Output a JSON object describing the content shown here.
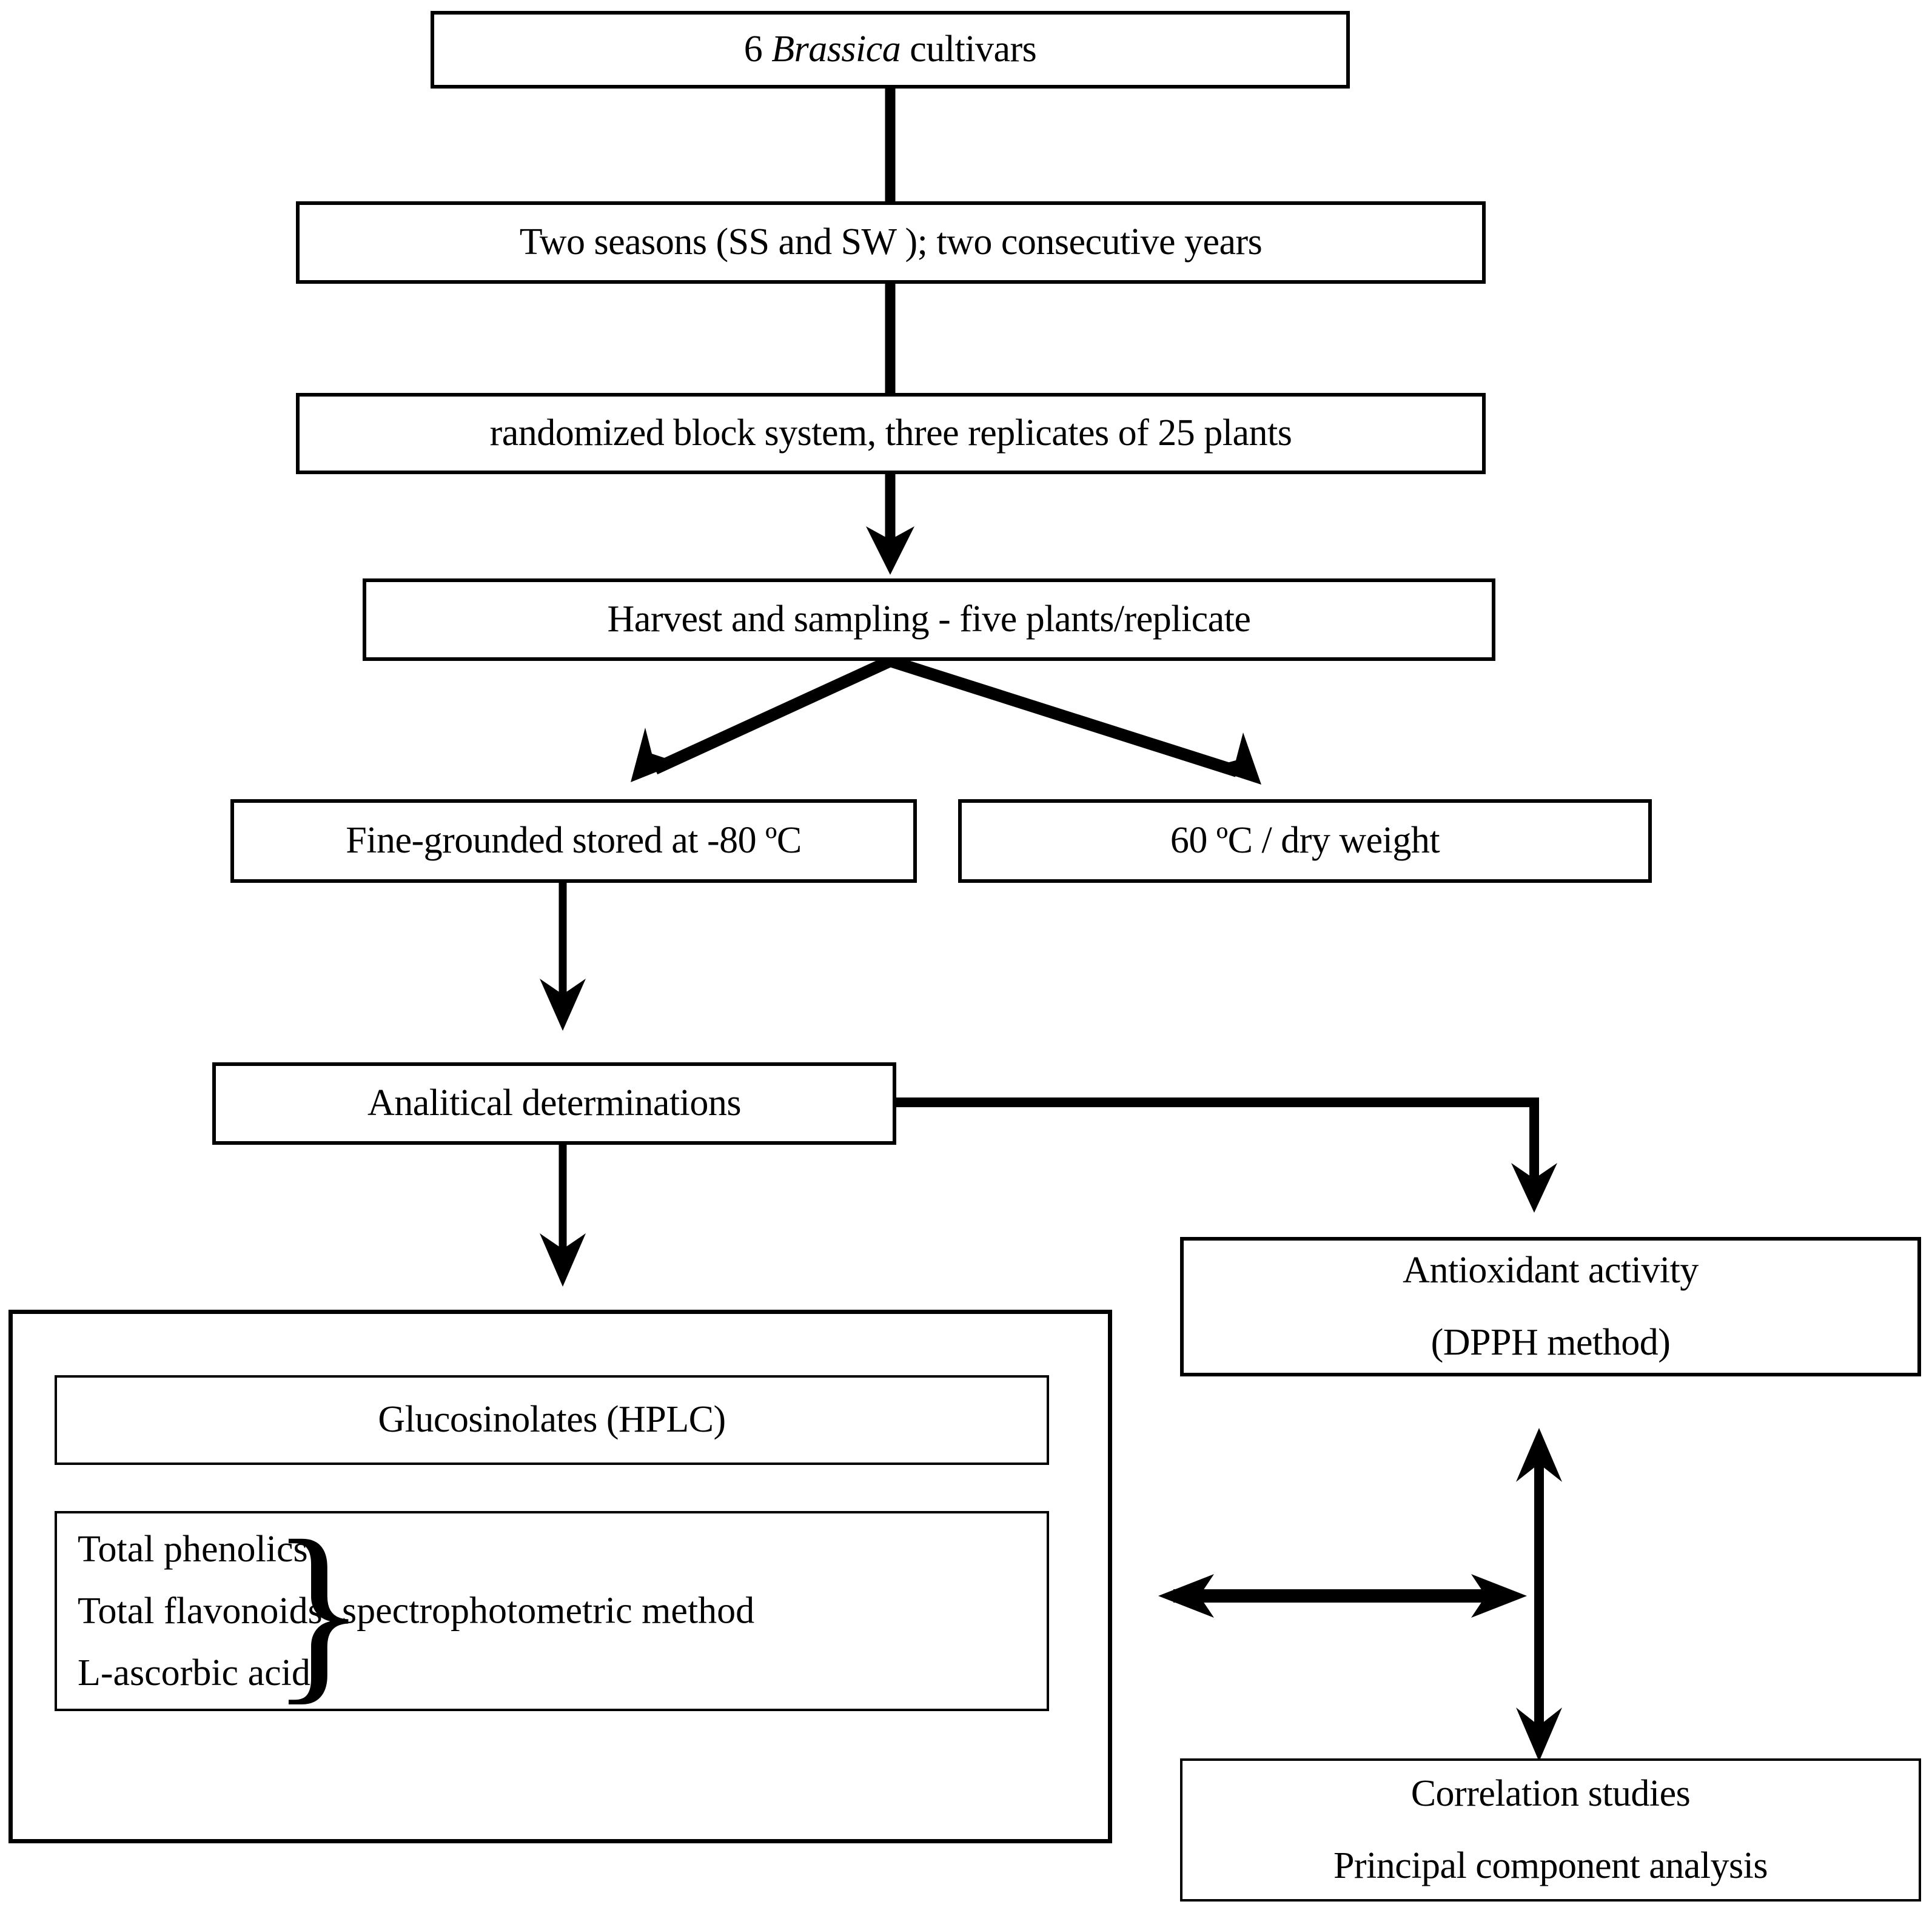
{
  "diagram": {
    "type": "experimental-workflow-flowchart",
    "line_color": "#000000",
    "background_color": "#ffffff",
    "nodes": {
      "cultivars": {
        "text": "6 Brassica cultivars",
        "text_prefix": "6 ",
        "text_italic": "Brassica",
        "text_suffix": " cultivars"
      },
      "seasons": {
        "text": "Two seasons (SS  and SW ); two consecutive years"
      },
      "block_system": {
        "text": "randomized block system, three replicates  of 25 plants"
      },
      "harvest": {
        "text": "Harvest and sampling  - five plants/replicate"
      },
      "fine_grounded": {
        "text": "Fine-grounded stored at -80 ºC"
      },
      "dry_weight": {
        "text": "60 ºC / dry weight"
      },
      "analytical": {
        "text": "Analitical determinations"
      },
      "antioxidant": {
        "line1": "Antioxidant activity",
        "line2": "(DPPH method)"
      },
      "glucosinolates": {
        "text": "Glucosinolates (HPLC)"
      },
      "spectro": {
        "items": [
          "Total phenolics",
          "Total flavonoids",
          "L-ascorbic acid"
        ],
        "brace": "}",
        "method": "spectrophotometric  method"
      },
      "correlation": {
        "line1": "Correlation studies",
        "line2": "Principal component analysis"
      }
    },
    "connectors": [
      {
        "name": "cultivars-to-seasons",
        "kind": "plain-line"
      },
      {
        "name": "seasons-to-block-system",
        "kind": "plain-line"
      },
      {
        "name": "block-system-to-harvest",
        "kind": "arrow-down"
      },
      {
        "name": "harvest-to-fine-grounded",
        "kind": "arrow-diagonal-left"
      },
      {
        "name": "harvest-to-dry-weight",
        "kind": "arrow-diagonal-right"
      },
      {
        "name": "fine-grounded-to-analytical",
        "kind": "arrow-down"
      },
      {
        "name": "analytical-to-glucosinolates-group",
        "kind": "arrow-down"
      },
      {
        "name": "analytical-to-antioxidant",
        "kind": "elbow-arrow-right-down"
      },
      {
        "name": "group-to-antioxidant-link",
        "kind": "double-arrow-horizontal"
      },
      {
        "name": "antioxidant-to-correlation",
        "kind": "double-arrow-vertical"
      }
    ]
  }
}
